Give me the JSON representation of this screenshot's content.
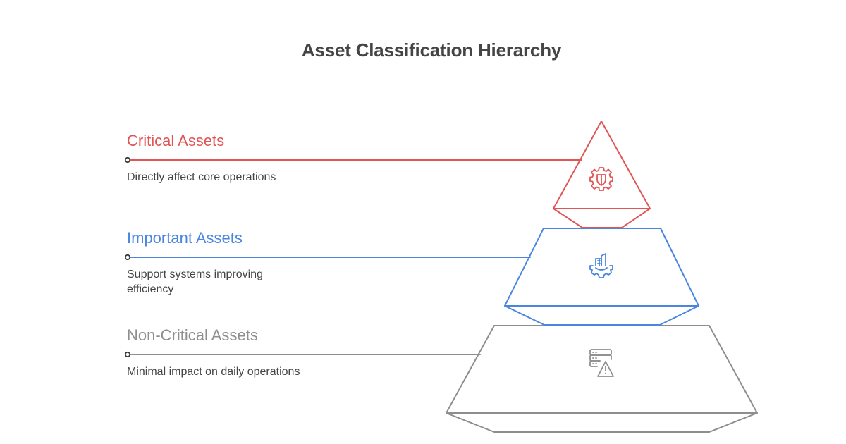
{
  "title": "Asset Classification Hierarchy",
  "colors": {
    "critical": "#E05555",
    "important": "#4A86E0",
    "non_critical": "#8E8E8E",
    "title": "#454545",
    "description": "#444444",
    "dot": "#3a3a3a"
  },
  "levels": [
    {
      "label": "Critical Assets",
      "description": "Directly affect core operations",
      "icon": "gear-shield-icon",
      "color": "#E05555"
    },
    {
      "label": "Important Assets",
      "description": "Support systems improving efficiency",
      "icon": "gear-building-icon",
      "color": "#4A86E0"
    },
    {
      "label": "Non-Critical Assets",
      "description": "Minimal impact on daily operations",
      "icon": "server-warning-icon",
      "color": "#8E8E8E"
    }
  ]
}
